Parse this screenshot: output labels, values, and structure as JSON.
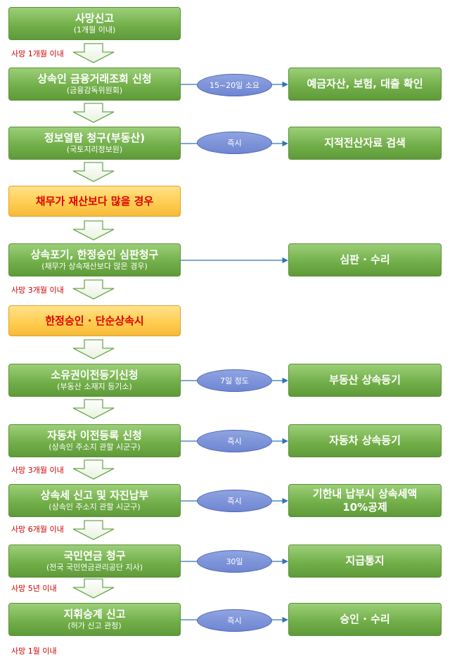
{
  "steps": [
    {
      "main": "사망신고",
      "sub": "(1개월 이내)"
    },
    {
      "main": "상속인 금융거래조회 신청",
      "sub": "(금융감독위원회)",
      "bubble": "15~20일 소요",
      "result": "예금자산, 보험, 대출 확인"
    },
    {
      "main": "정보열람 청구(부동산)",
      "sub": "(국토지리정보원)",
      "bubble": "즉시",
      "result": "지적전산자료 검색"
    },
    {
      "main": "채무가 재산보다 많을 경우"
    },
    {
      "main": "상속포기, 한정승인 심판청구",
      "sub": "(채무가 상속재산보다 많은 경우)",
      "result": "심판 · 수리"
    },
    {
      "main": "한정승인 · 단순상속시"
    },
    {
      "main": "소유권이전등기신청",
      "sub": "(부동산 소재지 등기소)",
      "bubble": "7일 정도",
      "result": "부동산 상속등기"
    },
    {
      "main": "자동차 이전등록 신청",
      "sub": "(상속인 주소지 관할 시군구)",
      "bubble": "즉시",
      "result": "자동차 상속등기"
    },
    {
      "main": "상속세 신고 및 자진납부",
      "sub": "(상속인 주소지 관할 시군구)",
      "bubble": "즉시",
      "result_line1": "기한내 납부시 상속세액",
      "result_line2": "10%공제"
    },
    {
      "main": "국민연금 청구",
      "sub": "(전국 국민연금관리공단 지사)",
      "bubble": "30일",
      "result": "지급통지"
    },
    {
      "main": "지휘승계 신고",
      "sub": "(허가 신고 관청)",
      "bubble": "즉시",
      "result": "승인 · 수리"
    }
  ],
  "notes": [
    "사망 1개월 이내",
    "사망 3개월 이내",
    "사망 3개월 이내",
    "사망 6개월 이내",
    "사망 5년 이내",
    "사망 1월 이내"
  ]
}
